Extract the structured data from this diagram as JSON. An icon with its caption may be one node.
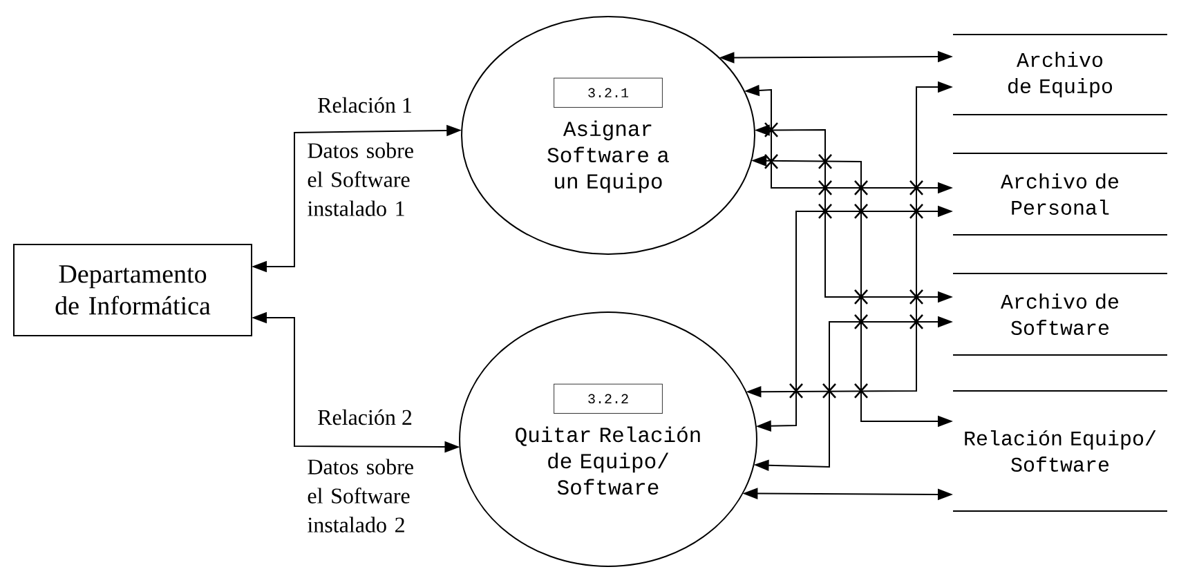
{
  "diagram": {
    "nodes": [
      {
        "text": [
          "Departamento de Informática"
        ]
      },
      {
        "text": [
          "3.2.1",
          "Asignar Software a un Equipo"
        ]
      },
      {
        "text": [
          "3.2.2",
          "Quitar Relación de Equipo/ Software"
        ]
      },
      {
        "text": [
          "Archivo de Equipo"
        ]
      },
      {
        "text": [
          "Archivo de Personal"
        ]
      },
      {
        "text": [
          "Archivo de Software"
        ]
      },
      {
        "text": [
          "Relación Equipo/ Software"
        ]
      }
    ],
    "edges": [
      {
        "from": 0,
        "to": 1,
        "arrow": "both",
        "label": "Relación 1"
      },
      {
        "from": 0,
        "to": 2,
        "arrow": "both",
        "label": "Relación 2"
      },
      {
        "from": 1,
        "to": 3,
        "arrow": "both"
      },
      {
        "from": 1,
        "to": 4,
        "arrow": "both"
      },
      {
        "from": 1,
        "to": 5,
        "arrow": "both"
      },
      {
        "from": 1,
        "to": 6,
        "arrow": "both"
      },
      {
        "from": 2,
        "to": 3,
        "arrow": "both"
      },
      {
        "from": 2,
        "to": 4,
        "arrow": "both"
      },
      {
        "from": 2,
        "to": 5,
        "arrow": "both"
      },
      {
        "from": 2,
        "to": 6,
        "arrow": "both"
      }
    ],
    "labels": [
      "Datos sobre el Software instalado 1",
      "Datos sobre el Software instalado 2"
    ]
  }
}
